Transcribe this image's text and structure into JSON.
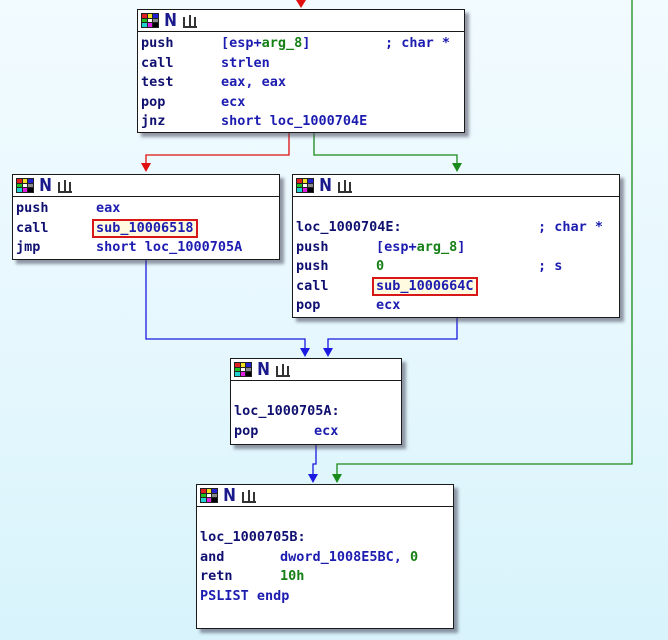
{
  "colors": {
    "edge_true": "#1a8a1a",
    "edge_false": "#e01010",
    "edge_normal": "#1a1ae0",
    "highlight_border": "#d81818",
    "highlight_fill": "#fffbe0"
  },
  "nodes": {
    "n1": {
      "lines": [
        {
          "mnemonic": "push",
          "op_pre": "[esp+",
          "op_green": "arg_8",
          "op_post": "]",
          "comment": "; char *"
        },
        {
          "mnemonic": "call",
          "op_pre": "strlen"
        },
        {
          "mnemonic": "test",
          "op_pre": "eax, eax"
        },
        {
          "mnemonic": "pop",
          "op_pre": "ecx"
        },
        {
          "mnemonic": "jnz",
          "op_pre": "short loc_1000704E"
        }
      ]
    },
    "n2": {
      "lines": [
        {
          "mnemonic": "push",
          "op_pre": "eax"
        },
        {
          "mnemonic": "call",
          "op_highlight": "sub_10006518"
        },
        {
          "mnemonic": "jmp",
          "op_pre": "short loc_1000705A"
        }
      ]
    },
    "n3": {
      "label": "loc_1000704E:",
      "label_comment": "; char *",
      "lines": [
        {
          "mnemonic": "push",
          "op_pre": "[esp+",
          "op_green": "arg_8",
          "op_post": "]"
        },
        {
          "mnemonic": "push",
          "op_green": "0",
          "comment": "; s"
        },
        {
          "mnemonic": "call",
          "op_highlight": "sub_1000664C"
        },
        {
          "mnemonic": "pop",
          "op_pre": "ecx"
        }
      ]
    },
    "n4": {
      "label": "loc_1000705A:",
      "lines": [
        {
          "mnemonic": "pop",
          "op_pre": "ecx"
        }
      ]
    },
    "n5": {
      "label": "loc_1000705B:",
      "lines": [
        {
          "mnemonic": "and",
          "op_pre": "dword_1008E5BC, ",
          "op_green": "0"
        },
        {
          "mnemonic": "retn",
          "op_green": "10h"
        }
      ],
      "endp": "PSLIST endp"
    }
  },
  "icons": {
    "palette": "color-palette-icon",
    "n": "node-n-icon",
    "graph": "graph-overview-icon"
  }
}
